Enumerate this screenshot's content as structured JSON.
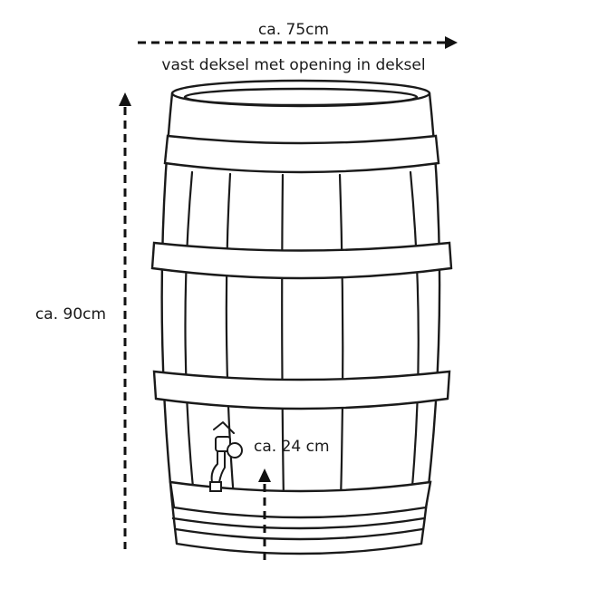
{
  "labels": {
    "width": "ca. 75cm",
    "lid": "vast deksel met opening in deksel",
    "height": "ca. 90cm",
    "tap_height": "ca. 24 cm"
  },
  "colors": {
    "line": "#1a1a1a",
    "background": "#ffffff"
  },
  "icons": {
    "tap": "tap-icon"
  }
}
